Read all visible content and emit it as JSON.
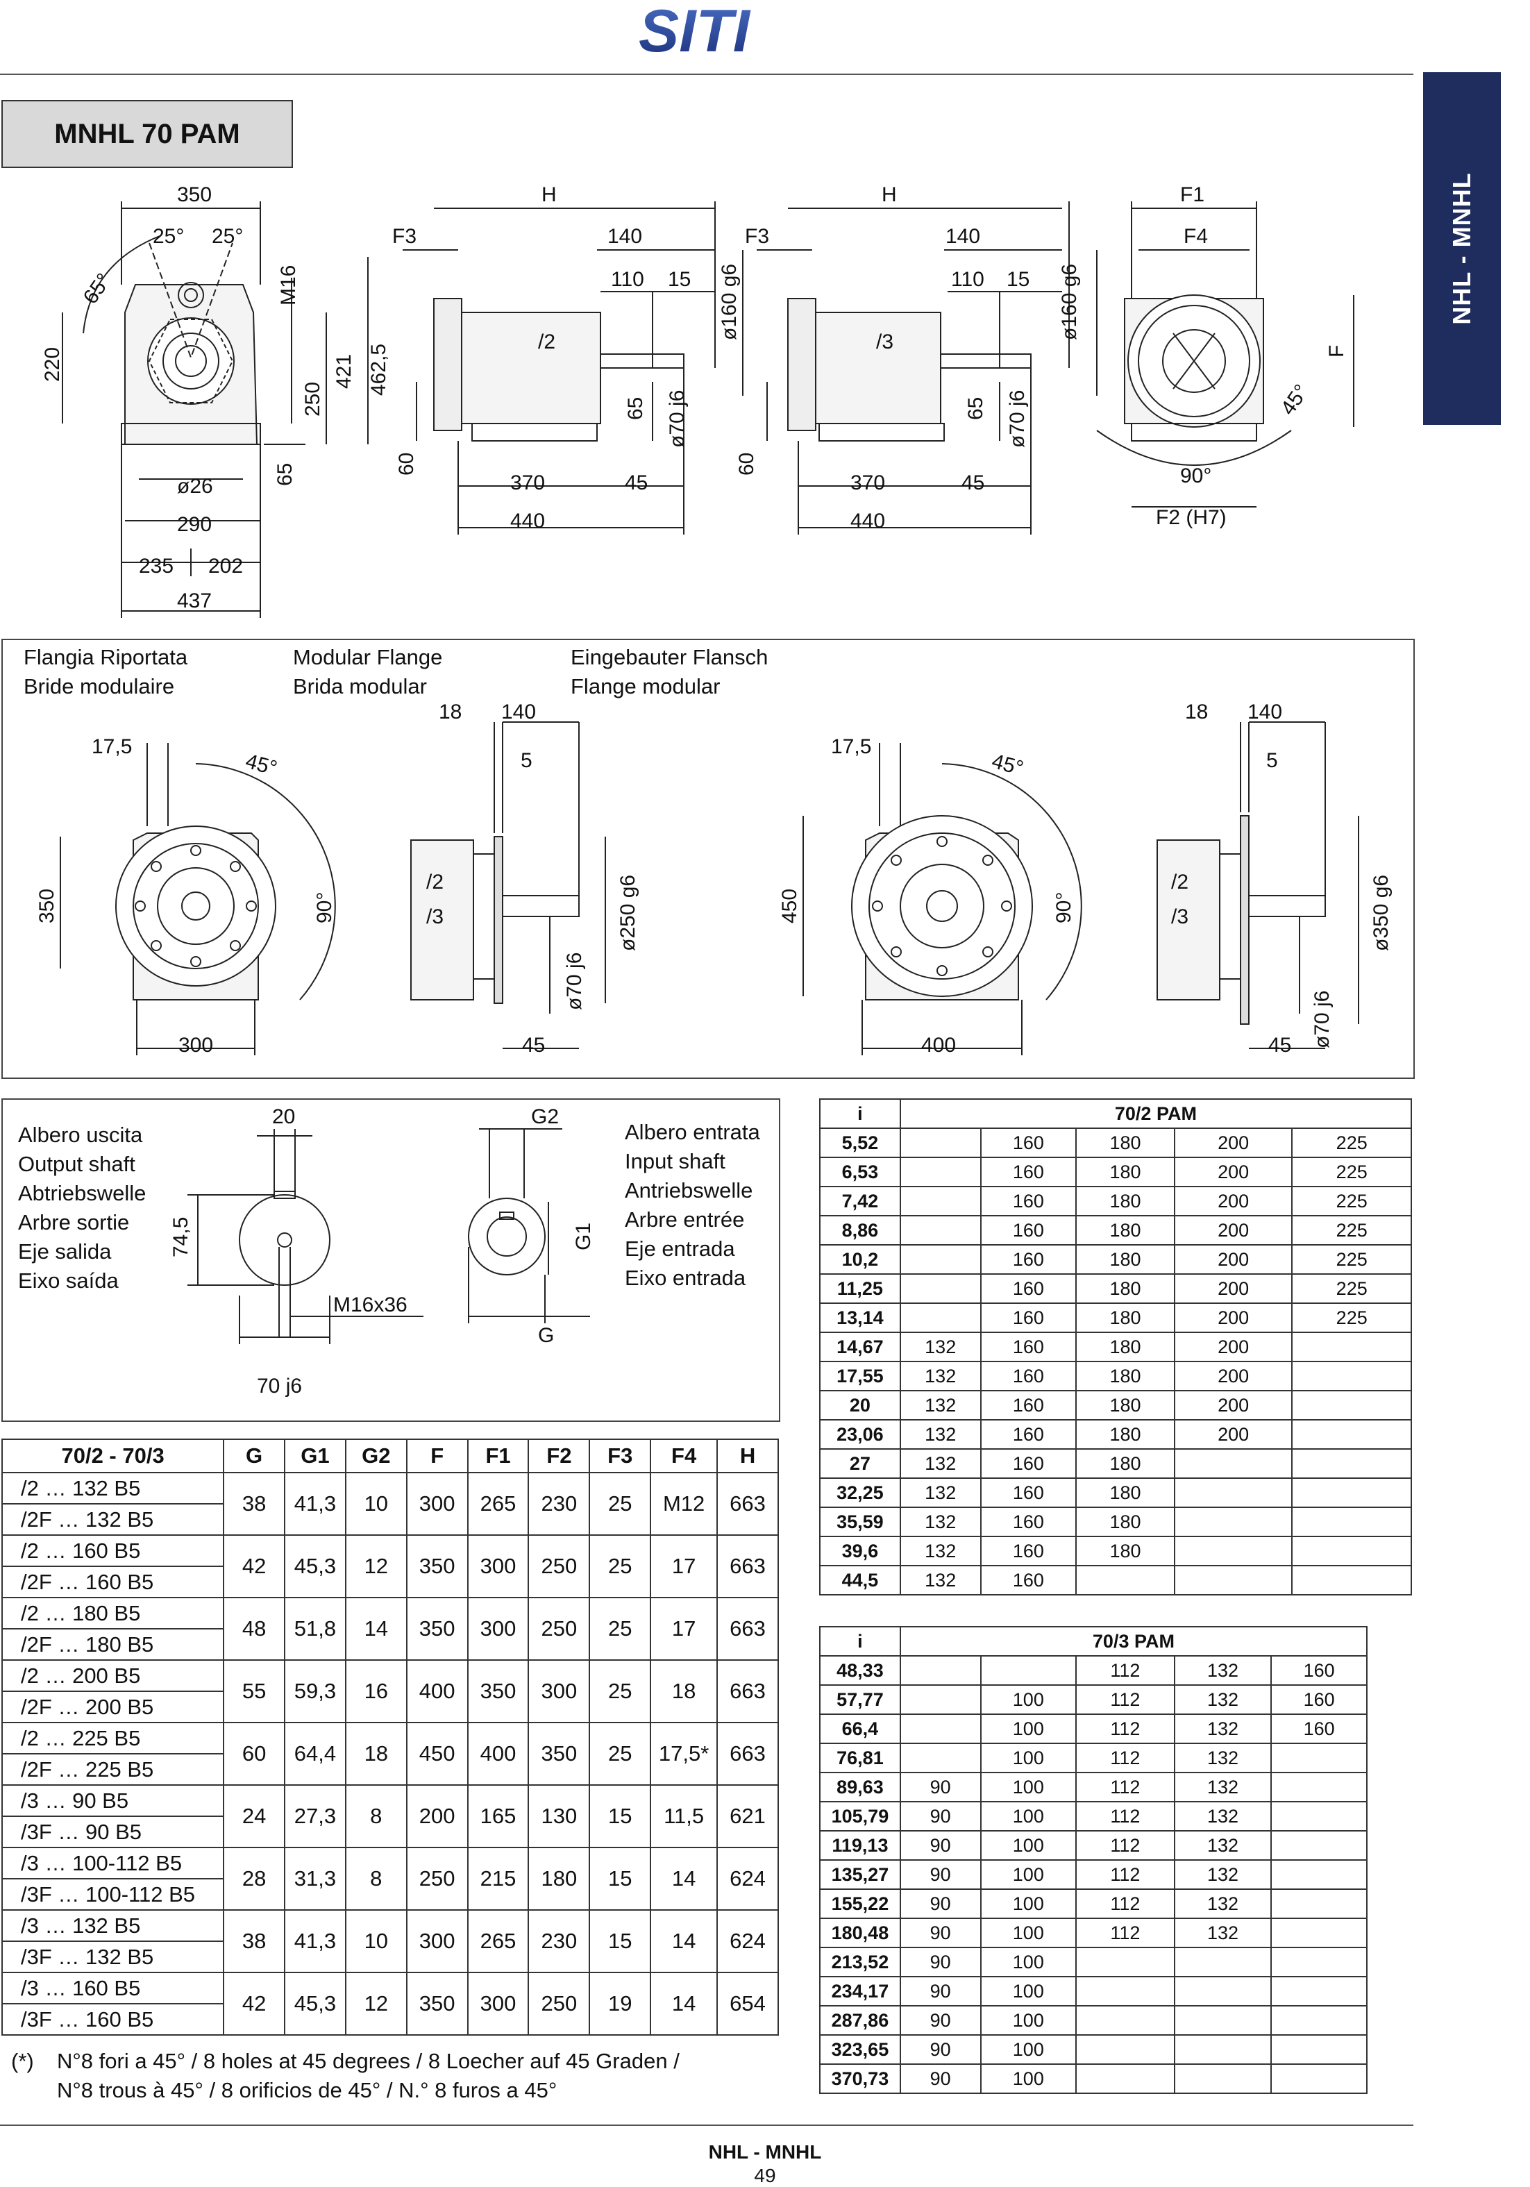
{
  "header": {
    "logo_text": "SITI",
    "side_tab": "NHL - MNHL",
    "model": "MNHL 70 PAM"
  },
  "top_drawing": {
    "dims": {
      "w350": "350",
      "a25l": "25°",
      "a25r": "25°",
      "a65": "65°",
      "m16": "M16",
      "d220": "220",
      "d250": "250",
      "d421": "421",
      "d462": "462,5",
      "d65": "65",
      "d26": "ø26",
      "d290": "290",
      "d235": "235",
      "d202": "202",
      "d437": "437",
      "H1": "H",
      "F3a": "F3",
      "t140a": "140",
      "t110a": "110",
      "t15a": "15",
      "d160a": "ø160 g6",
      "s2": "/2",
      "h65a": "65",
      "d70a": "ø70 j6",
      "h60a": "60",
      "b370a": "370",
      "b45a": "45",
      "b440a": "440",
      "H2": "H",
      "F3b": "F3",
      "t140b": "140",
      "t110b": "110",
      "t15b": "15",
      "d160b": "ø160 g6",
      "s3": "/3",
      "h65b": "65",
      "d70b": "ø70 j6",
      "h60b": "60",
      "b370b": "370",
      "b45b": "45",
      "b440b": "440",
      "F1": "F1",
      "F4": "F4",
      "F": "F",
      "a45": "45°",
      "a90": "90°",
      "F2": "F2 (H7)"
    }
  },
  "flange_section": {
    "titles": [
      "Flangia Riportata",
      "Bride modulaire",
      "Modular Flange",
      "Brida modular",
      "Eingebauter Flansch",
      "Flange modular"
    ],
    "dims": {
      "l175": "17,5",
      "l45a": "45°",
      "l350": "350",
      "l90": "90°",
      "l300": "300",
      "m18": "18",
      "m140": "140",
      "m5": "5",
      "m2": "/2",
      "m3": "/3",
      "m250": "ø250 g6",
      "m70": "ø70 j6",
      "m45": "45",
      "r175": "17,5",
      "r45a": "45°",
      "r450": "450",
      "r90": "90°",
      "r400": "400",
      "n18": "18",
      "n140": "140",
      "n5": "5",
      "n2": "/2",
      "n3": "/3",
      "n350": "ø350 g6",
      "n70": "ø70 j6",
      "n45": "45"
    }
  },
  "shaft_section": {
    "output_labels": [
      "Albero uscita",
      "Output shaft",
      "Abtriebswelle",
      "Arbre sortie",
      "Eje salida",
      "Eixo saída"
    ],
    "input_labels": [
      "Albero entrata",
      "Input shaft",
      "Antriebswelle",
      "Arbre entrée",
      "Eje entrada",
      "Eixo entrada"
    ],
    "dims": {
      "s20": "20",
      "s745": "74,5",
      "sm16": "M16x36",
      "s70": "70 j6",
      "g2": "G2",
      "g1": "G1",
      "g": "G"
    }
  },
  "dimension_table": {
    "headers": [
      "70/2 - 70/3",
      "G",
      "G1",
      "G2",
      "F",
      "F1",
      "F2",
      "F3",
      "F4",
      "H"
    ],
    "groups": [
      {
        "labels": [
          "/2 … 132 B5",
          "/2F … 132 B5"
        ],
        "values": [
          "38",
          "41,3",
          "10",
          "300",
          "265",
          "230",
          "25",
          "M12",
          "663"
        ]
      },
      {
        "labels": [
          "/2 … 160 B5",
          "/2F … 160 B5"
        ],
        "values": [
          "42",
          "45,3",
          "12",
          "350",
          "300",
          "250",
          "25",
          "17",
          "663"
        ]
      },
      {
        "labels": [
          "/2 … 180 B5",
          "/2F … 180 B5"
        ],
        "values": [
          "48",
          "51,8",
          "14",
          "350",
          "300",
          "250",
          "25",
          "17",
          "663"
        ]
      },
      {
        "labels": [
          "/2 … 200 B5",
          "/2F … 200 B5"
        ],
        "values": [
          "55",
          "59,3",
          "16",
          "400",
          "350",
          "300",
          "25",
          "18",
          "663"
        ]
      },
      {
        "labels": [
          "/2 … 225 B5",
          "/2F … 225 B5"
        ],
        "values": [
          "60",
          "64,4",
          "18",
          "450",
          "400",
          "350",
          "25",
          "17,5*",
          "663"
        ]
      },
      {
        "labels": [
          "/3 … 90 B5",
          "/3F … 90 B5"
        ],
        "values": [
          "24",
          "27,3",
          "8",
          "200",
          "165",
          "130",
          "15",
          "11,5",
          "621"
        ]
      },
      {
        "labels": [
          "/3 … 100-112 B5",
          "/3F … 100-112 B5"
        ],
        "values": [
          "28",
          "31,3",
          "8",
          "250",
          "215",
          "180",
          "15",
          "14",
          "624"
        ]
      },
      {
        "labels": [
          "/3 … 132 B5",
          "/3F … 132 B5"
        ],
        "values": [
          "38",
          "41,3",
          "10",
          "300",
          "265",
          "230",
          "15",
          "14",
          "624"
        ]
      },
      {
        "labels": [
          "/3 … 160 B5",
          "/3F … 160 B5"
        ],
        "values": [
          "42",
          "45,3",
          "12",
          "350",
          "300",
          "250",
          "19",
          "14",
          "654"
        ]
      }
    ]
  },
  "ratio_table_2": {
    "header_i": "i",
    "header_title": "70/2 PAM",
    "rows": [
      {
        "i": "5,52",
        "c": [
          "",
          "160",
          "180",
          "200",
          "225"
        ]
      },
      {
        "i": "6,53",
        "c": [
          "",
          "160",
          "180",
          "200",
          "225"
        ]
      },
      {
        "i": "7,42",
        "c": [
          "",
          "160",
          "180",
          "200",
          "225"
        ]
      },
      {
        "i": "8,86",
        "c": [
          "",
          "160",
          "180",
          "200",
          "225"
        ]
      },
      {
        "i": "10,2",
        "c": [
          "",
          "160",
          "180",
          "200",
          "225"
        ]
      },
      {
        "i": "11,25",
        "c": [
          "",
          "160",
          "180",
          "200",
          "225"
        ]
      },
      {
        "i": "13,14",
        "c": [
          "",
          "160",
          "180",
          "200",
          "225"
        ]
      },
      {
        "i": "14,67",
        "c": [
          "132",
          "160",
          "180",
          "200",
          ""
        ]
      },
      {
        "i": "17,55",
        "c": [
          "132",
          "160",
          "180",
          "200",
          ""
        ]
      },
      {
        "i": "20",
        "c": [
          "132",
          "160",
          "180",
          "200",
          ""
        ]
      },
      {
        "i": "23,06",
        "c": [
          "132",
          "160",
          "180",
          "200",
          ""
        ]
      },
      {
        "i": "27",
        "c": [
          "132",
          "160",
          "180",
          "",
          ""
        ]
      },
      {
        "i": "32,25",
        "c": [
          "132",
          "160",
          "180",
          "",
          ""
        ]
      },
      {
        "i": "35,59",
        "c": [
          "132",
          "160",
          "180",
          "",
          ""
        ]
      },
      {
        "i": "39,6",
        "c": [
          "132",
          "160",
          "180",
          "",
          ""
        ]
      },
      {
        "i": "44,5",
        "c": [
          "132",
          "160",
          "",
          "",
          ""
        ]
      }
    ]
  },
  "ratio_table_3": {
    "header_i": "i",
    "header_title": "70/3 PAM",
    "rows": [
      {
        "i": "48,33",
        "c": [
          "",
          "",
          "112",
          "132",
          "160"
        ]
      },
      {
        "i": "57,77",
        "c": [
          "",
          "100",
          "112",
          "132",
          "160"
        ]
      },
      {
        "i": "66,4",
        "c": [
          "",
          "100",
          "112",
          "132",
          "160"
        ]
      },
      {
        "i": "76,81",
        "c": [
          "",
          "100",
          "112",
          "132",
          ""
        ]
      },
      {
        "i": "89,63",
        "c": [
          "90",
          "100",
          "112",
          "132",
          ""
        ]
      },
      {
        "i": "105,79",
        "c": [
          "90",
          "100",
          "112",
          "132",
          ""
        ]
      },
      {
        "i": "119,13",
        "c": [
          "90",
          "100",
          "112",
          "132",
          ""
        ]
      },
      {
        "i": "135,27",
        "c": [
          "90",
          "100",
          "112",
          "132",
          ""
        ]
      },
      {
        "i": "155,22",
        "c": [
          "90",
          "100",
          "112",
          "132",
          ""
        ]
      },
      {
        "i": "180,48",
        "c": [
          "90",
          "100",
          "112",
          "132",
          ""
        ]
      },
      {
        "i": "213,52",
        "c": [
          "90",
          "100",
          "",
          "",
          ""
        ]
      },
      {
        "i": "234,17",
        "c": [
          "90",
          "100",
          "",
          "",
          ""
        ]
      },
      {
        "i": "287,86",
        "c": [
          "90",
          "100",
          "",
          "",
          ""
        ]
      },
      {
        "i": "323,65",
        "c": [
          "90",
          "100",
          "",
          "",
          ""
        ]
      },
      {
        "i": "370,73",
        "c": [
          "90",
          "100",
          "",
          "",
          ""
        ]
      }
    ]
  },
  "footnote": {
    "mark": "(*)",
    "line1": "N°8 fori a 45° / 8 holes at 45 degrees / 8 Loecher auf 45 Graden /",
    "line2": "N°8 trous à 45° / 8 orificios de 45° / N.° 8 furos a 45°"
  },
  "footer": {
    "series": "NHL - MNHL",
    "page": "49"
  }
}
